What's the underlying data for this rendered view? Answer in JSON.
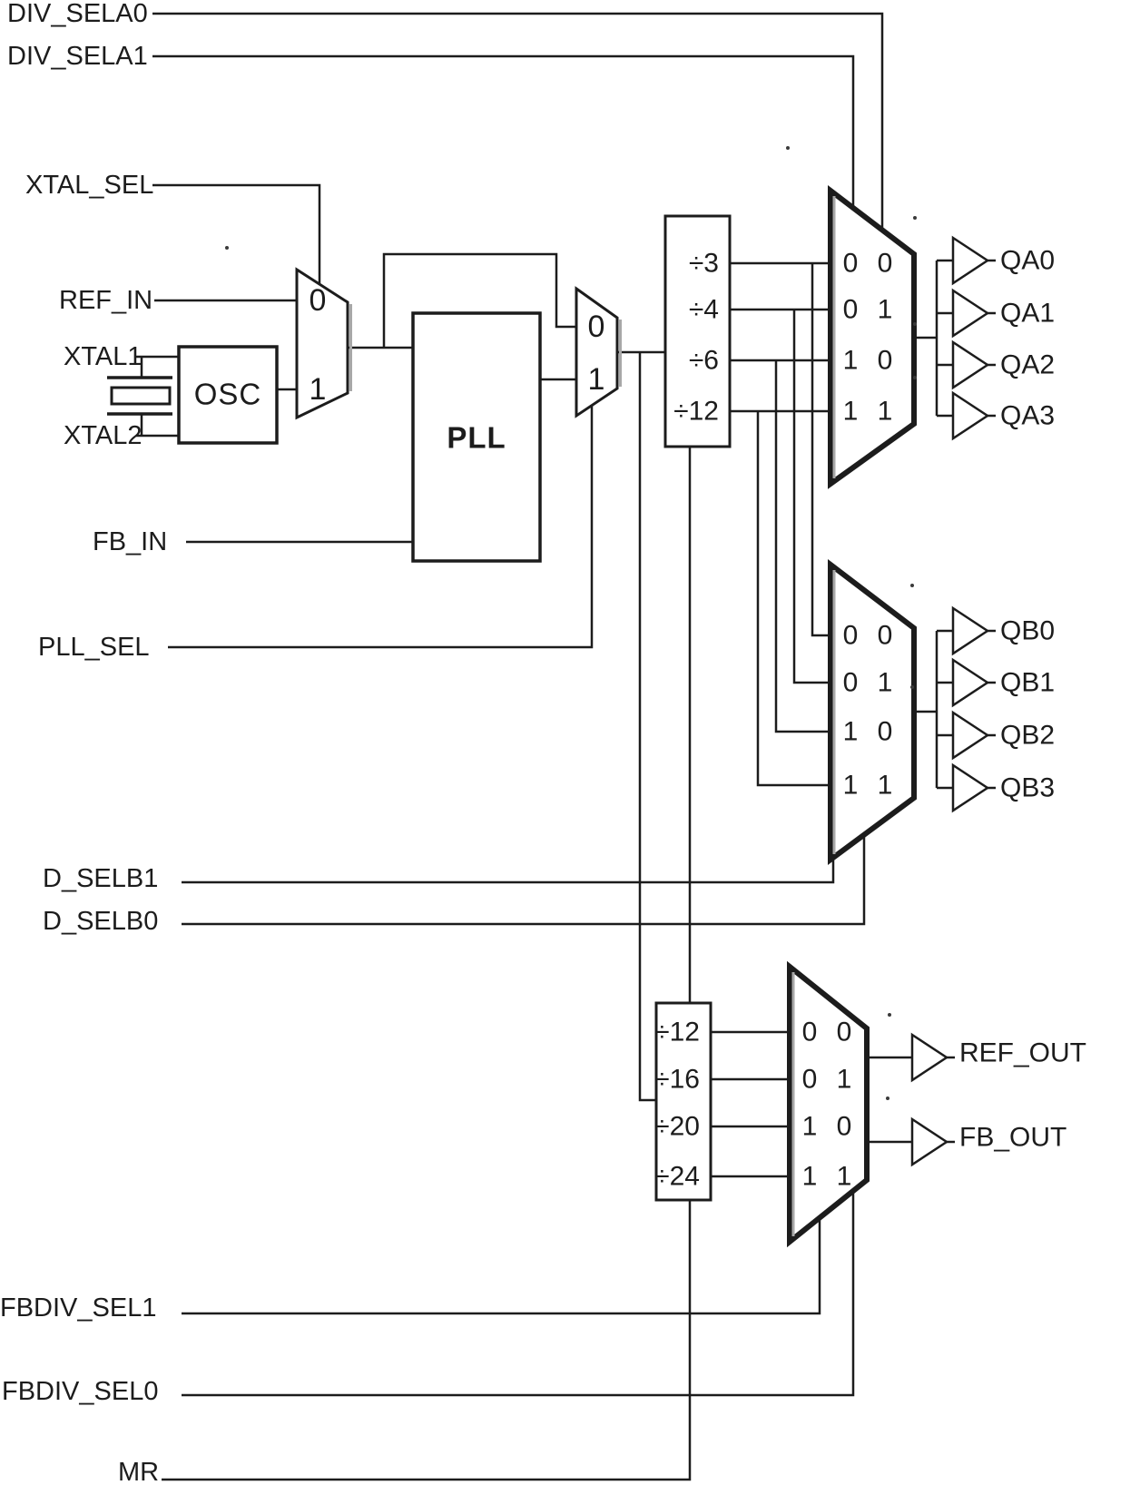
{
  "signals": {
    "div_sela0": "DIV_SELA0",
    "div_sela1": "DIV_SELA1",
    "xtal_sel": "XTAL_SEL",
    "ref_in": "REF_IN",
    "xtal1": "XTAL1",
    "xtal2": "XTAL2",
    "fb_in": "FB_IN",
    "pll_sel": "PLL_SEL",
    "d_selb1": "D_SELB1",
    "d_selb0": "D_SELB0",
    "fbdiv_sel1": "FBDIV_SEL1",
    "fbdiv_sel0": "FBDIV_SEL0",
    "mr": "MR"
  },
  "blocks": {
    "osc": "OSC",
    "pll": "PLL"
  },
  "mux_select": {
    "zero": "0",
    "one": "1"
  },
  "divider_a": [
    "÷3",
    "÷4",
    "÷6",
    "÷12"
  ],
  "divider_b": [
    "÷12",
    "÷16",
    "÷20",
    "÷24"
  ],
  "sel_rows": [
    [
      "0",
      "0"
    ],
    [
      "0",
      "1"
    ],
    [
      "1",
      "0"
    ],
    [
      "1",
      "1"
    ]
  ],
  "outputs_a": [
    "QA0",
    "QA1",
    "QA2",
    "QA3"
  ],
  "outputs_b": [
    "QB0",
    "QB1",
    "QB2",
    "QB3"
  ],
  "outputs_fb": [
    "REF_OUT",
    "FB_OUT"
  ]
}
